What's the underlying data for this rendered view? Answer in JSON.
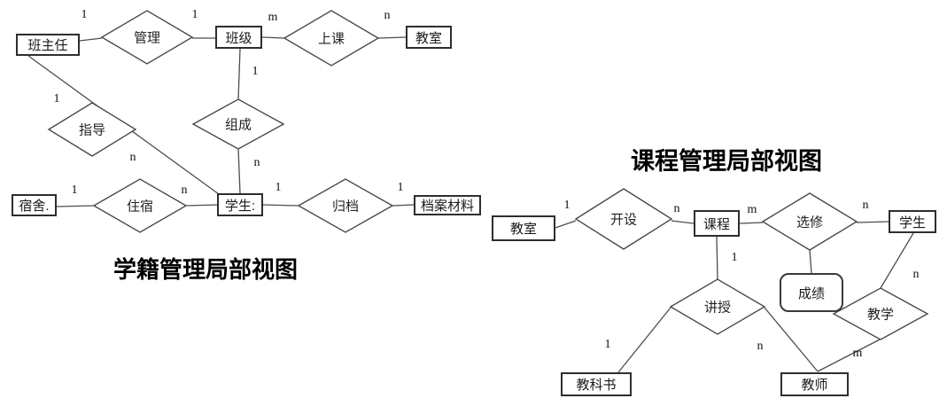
{
  "left_view": {
    "caption": "学籍管理局部视图",
    "nodes": {
      "head_teacher": {
        "label": "班主任",
        "type": "entity"
      },
      "manage": {
        "label": "管理",
        "type": "relationship"
      },
      "class": {
        "label": "班级",
        "type": "entity"
      },
      "attend_class": {
        "label": "上课",
        "type": "relationship"
      },
      "classroom": {
        "label": "教室",
        "type": "entity"
      },
      "guide": {
        "label": "指导",
        "type": "relationship"
      },
      "compose": {
        "label": "组成",
        "type": "relationship"
      },
      "dormitory": {
        "label": "宿舍.",
        "type": "entity"
      },
      "lodge": {
        "label": "住宿",
        "type": "relationship"
      },
      "student": {
        "label": "学生:",
        "type": "entity"
      },
      "archive": {
        "label": "归档",
        "type": "relationship"
      },
      "archive_materials": {
        "label": "档案材料",
        "type": "entity"
      }
    },
    "cardinalities": {
      "head_teacher_manage": "1",
      "manage_class": "1",
      "class_attend": "m",
      "attend_classroom": "n",
      "class_compose": "1",
      "head_teacher_guide": "1",
      "guide_student": "n",
      "compose_student": "n",
      "dormitory_lodge": "1",
      "lodge_student": "n",
      "student_archive": "1",
      "archive_materials_end": "1"
    },
    "connections": [
      "班主任 1-管理-1 班级",
      "班级 m-上课-n 教室",
      "班级 1-组成-n 学生",
      "班主任 1-指导-n 学生",
      "宿舍 1-住宿-n 学生",
      "学生 1-归档-1 档案材料"
    ]
  },
  "right_view": {
    "title": "课程管理局部视图",
    "nodes": {
      "classroom": {
        "label": "教室",
        "type": "entity"
      },
      "offer": {
        "label": "开设",
        "type": "relationship"
      },
      "course": {
        "label": "课程",
        "type": "entity"
      },
      "elect": {
        "label": "选修",
        "type": "relationship"
      },
      "student": {
        "label": "学生",
        "type": "entity"
      },
      "grade": {
        "label": "成绩",
        "type": "attribute"
      },
      "teaching": {
        "label": "教学",
        "type": "relationship"
      },
      "lecture": {
        "label": "讲授",
        "type": "relationship"
      },
      "textbook": {
        "label": "教科书",
        "type": "entity"
      },
      "teacher": {
        "label": "教师",
        "type": "entity"
      }
    },
    "cardinalities": {
      "classroom_offer": "1",
      "offer_course": "n",
      "course_elect": "m",
      "elect_student": "n",
      "course_lecture": "1",
      "student_teaching": "n",
      "lecture_textbook": "1",
      "lecture_teacher": "n",
      "teaching_teacher": "m"
    },
    "connections": [
      "教室 1-开设-n 课程",
      "课程 m-选修-n 学生",
      "选修 —成绩(属性)",
      "课程 1-讲授-n 教师",
      "讲授 1-教科书",
      "学生 n-教学-m 教师"
    ]
  }
}
